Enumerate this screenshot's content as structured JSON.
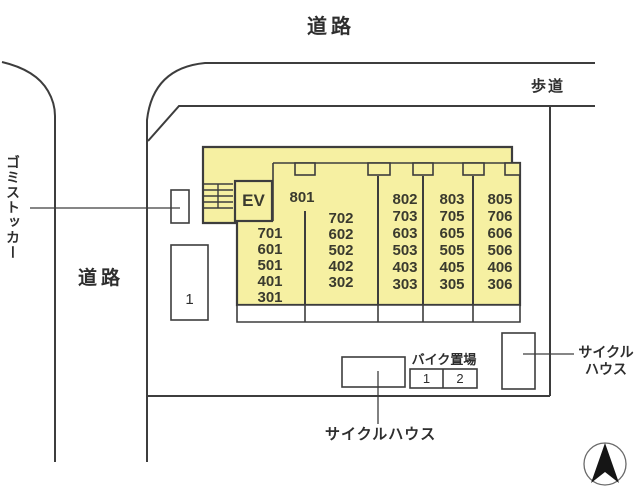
{
  "labels": {
    "road_top": "道路",
    "sidewalk": "歩道",
    "road_left": "道路",
    "garbage_stocker": "ゴミストッカー",
    "cycle_house_bottom": "サイクルハウス",
    "cycle_house_right_line1": "サイクル",
    "cycle_house_right_line2": "ハウス",
    "bike_parking": "バイク置場"
  },
  "building": {
    "elevator": "EV",
    "corner_room": "801",
    "columns": [
      {
        "name": "col-701",
        "rooms": [
          "701",
          "601",
          "501",
          "401",
          "301"
        ]
      },
      {
        "name": "col-702",
        "rooms": [
          "702",
          "602",
          "502",
          "402",
          "302"
        ]
      },
      {
        "name": "col-802",
        "rooms": [
          "802",
          "703",
          "603",
          "503",
          "403",
          "303"
        ]
      },
      {
        "name": "col-803",
        "rooms": [
          "803",
          "705",
          "605",
          "505",
          "405",
          "305"
        ]
      },
      {
        "name": "col-805",
        "rooms": [
          "805",
          "706",
          "606",
          "506",
          "406",
          "306"
        ]
      }
    ]
  },
  "parking": {
    "space_1": "1"
  },
  "bike_area": {
    "space_1": "1",
    "space_2": "2"
  },
  "compass": {
    "type": "north-arrow"
  },
  "colors": {
    "building_fill": "#f6f0a2",
    "line": "#3d3d3d",
    "room_text": "#3a3a2e",
    "background": "#ffffff"
  }
}
